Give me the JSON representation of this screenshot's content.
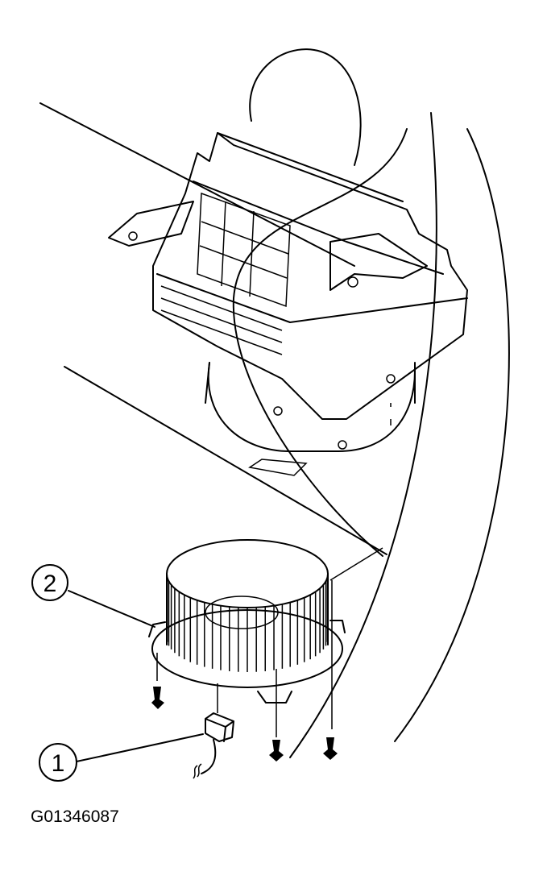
{
  "figure_id": "G01346087",
  "callouts": [
    {
      "number": "1",
      "target": "connector"
    },
    {
      "number": "2",
      "target": "blower-motor"
    }
  ],
  "colors": {
    "line": "#000000",
    "background": "#ffffff"
  }
}
